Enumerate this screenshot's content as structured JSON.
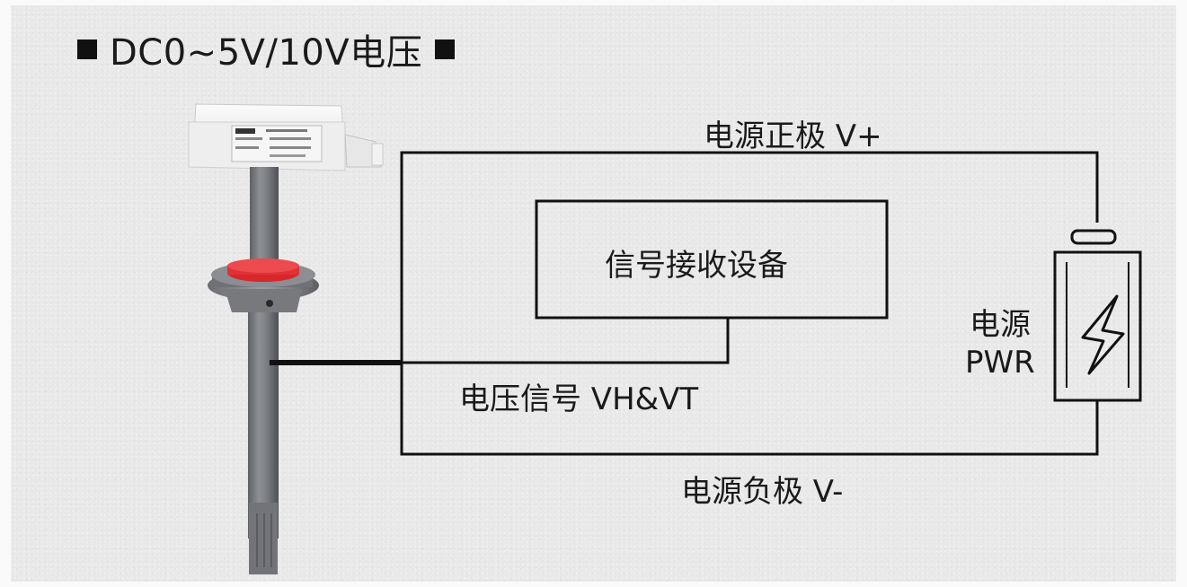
{
  "title": "DC0~5V/10V电压",
  "labels": {
    "positive": "电源正极 V+",
    "negative": "电源负极 V-",
    "signal": "电压信号 VH&VT",
    "receiver": "信号接收设备",
    "power_line1": "电源",
    "power_line2": "PWR"
  },
  "icons": {
    "title_marker": "square-bullet-icon",
    "battery": "battery-icon",
    "lightning": "lightning-bolt-icon",
    "sensor": "duct-sensor-icon"
  }
}
